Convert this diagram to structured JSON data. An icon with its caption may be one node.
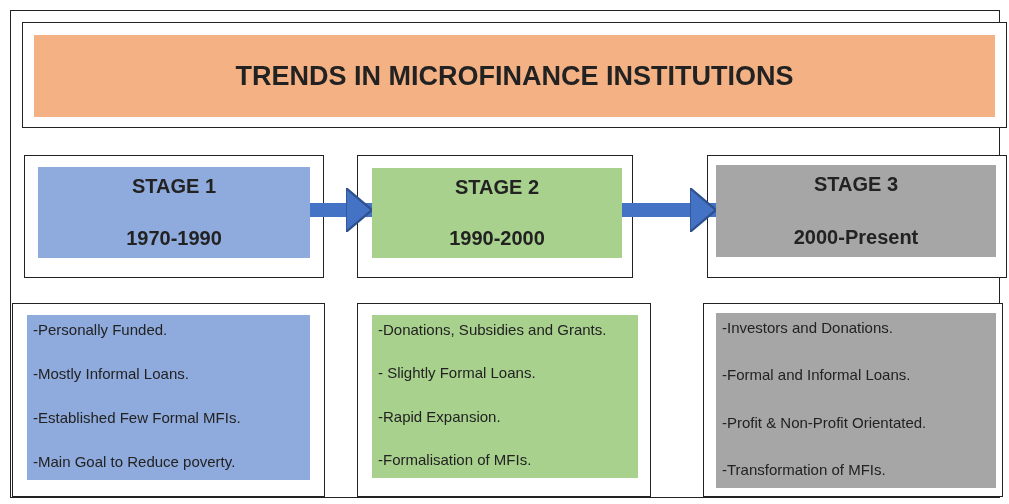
{
  "diagram": {
    "nodes": [
      {
        "text": [
          "TRENDS IN MICROFINANCE INSTITUTIONS"
        ]
      },
      {
        "text": [
          "STAGE 1",
          "1970-1990"
        ]
      },
      {
        "text": [
          "STAGE 2",
          "1990-2000"
        ]
      },
      {
        "text": [
          "STAGE 3",
          "2000-Present"
        ]
      },
      {
        "text": [
          "-Personally Funded.",
          "-Mostly Informal Loans.",
          "-Established Few Formal MFIs.",
          "-Main Goal to Reduce poverty."
        ]
      },
      {
        "text": [
          "-Donations, Subsidies and Grants.",
          "- Slightly Formal Loans.",
          "-Rapid Expansion.",
          "-Formalisation of MFIs."
        ]
      },
      {
        "text": [
          "-Investors and Donations.",
          "-Formal and Informal Loans.",
          "-Profit & Non-Profit Orientated.",
          "-Transformation of MFIs."
        ]
      }
    ],
    "edges": [
      {
        "from": 1,
        "to": 2,
        "arrow": "to"
      },
      {
        "from": 2,
        "to": 3,
        "arrow": "to"
      }
    ]
  }
}
